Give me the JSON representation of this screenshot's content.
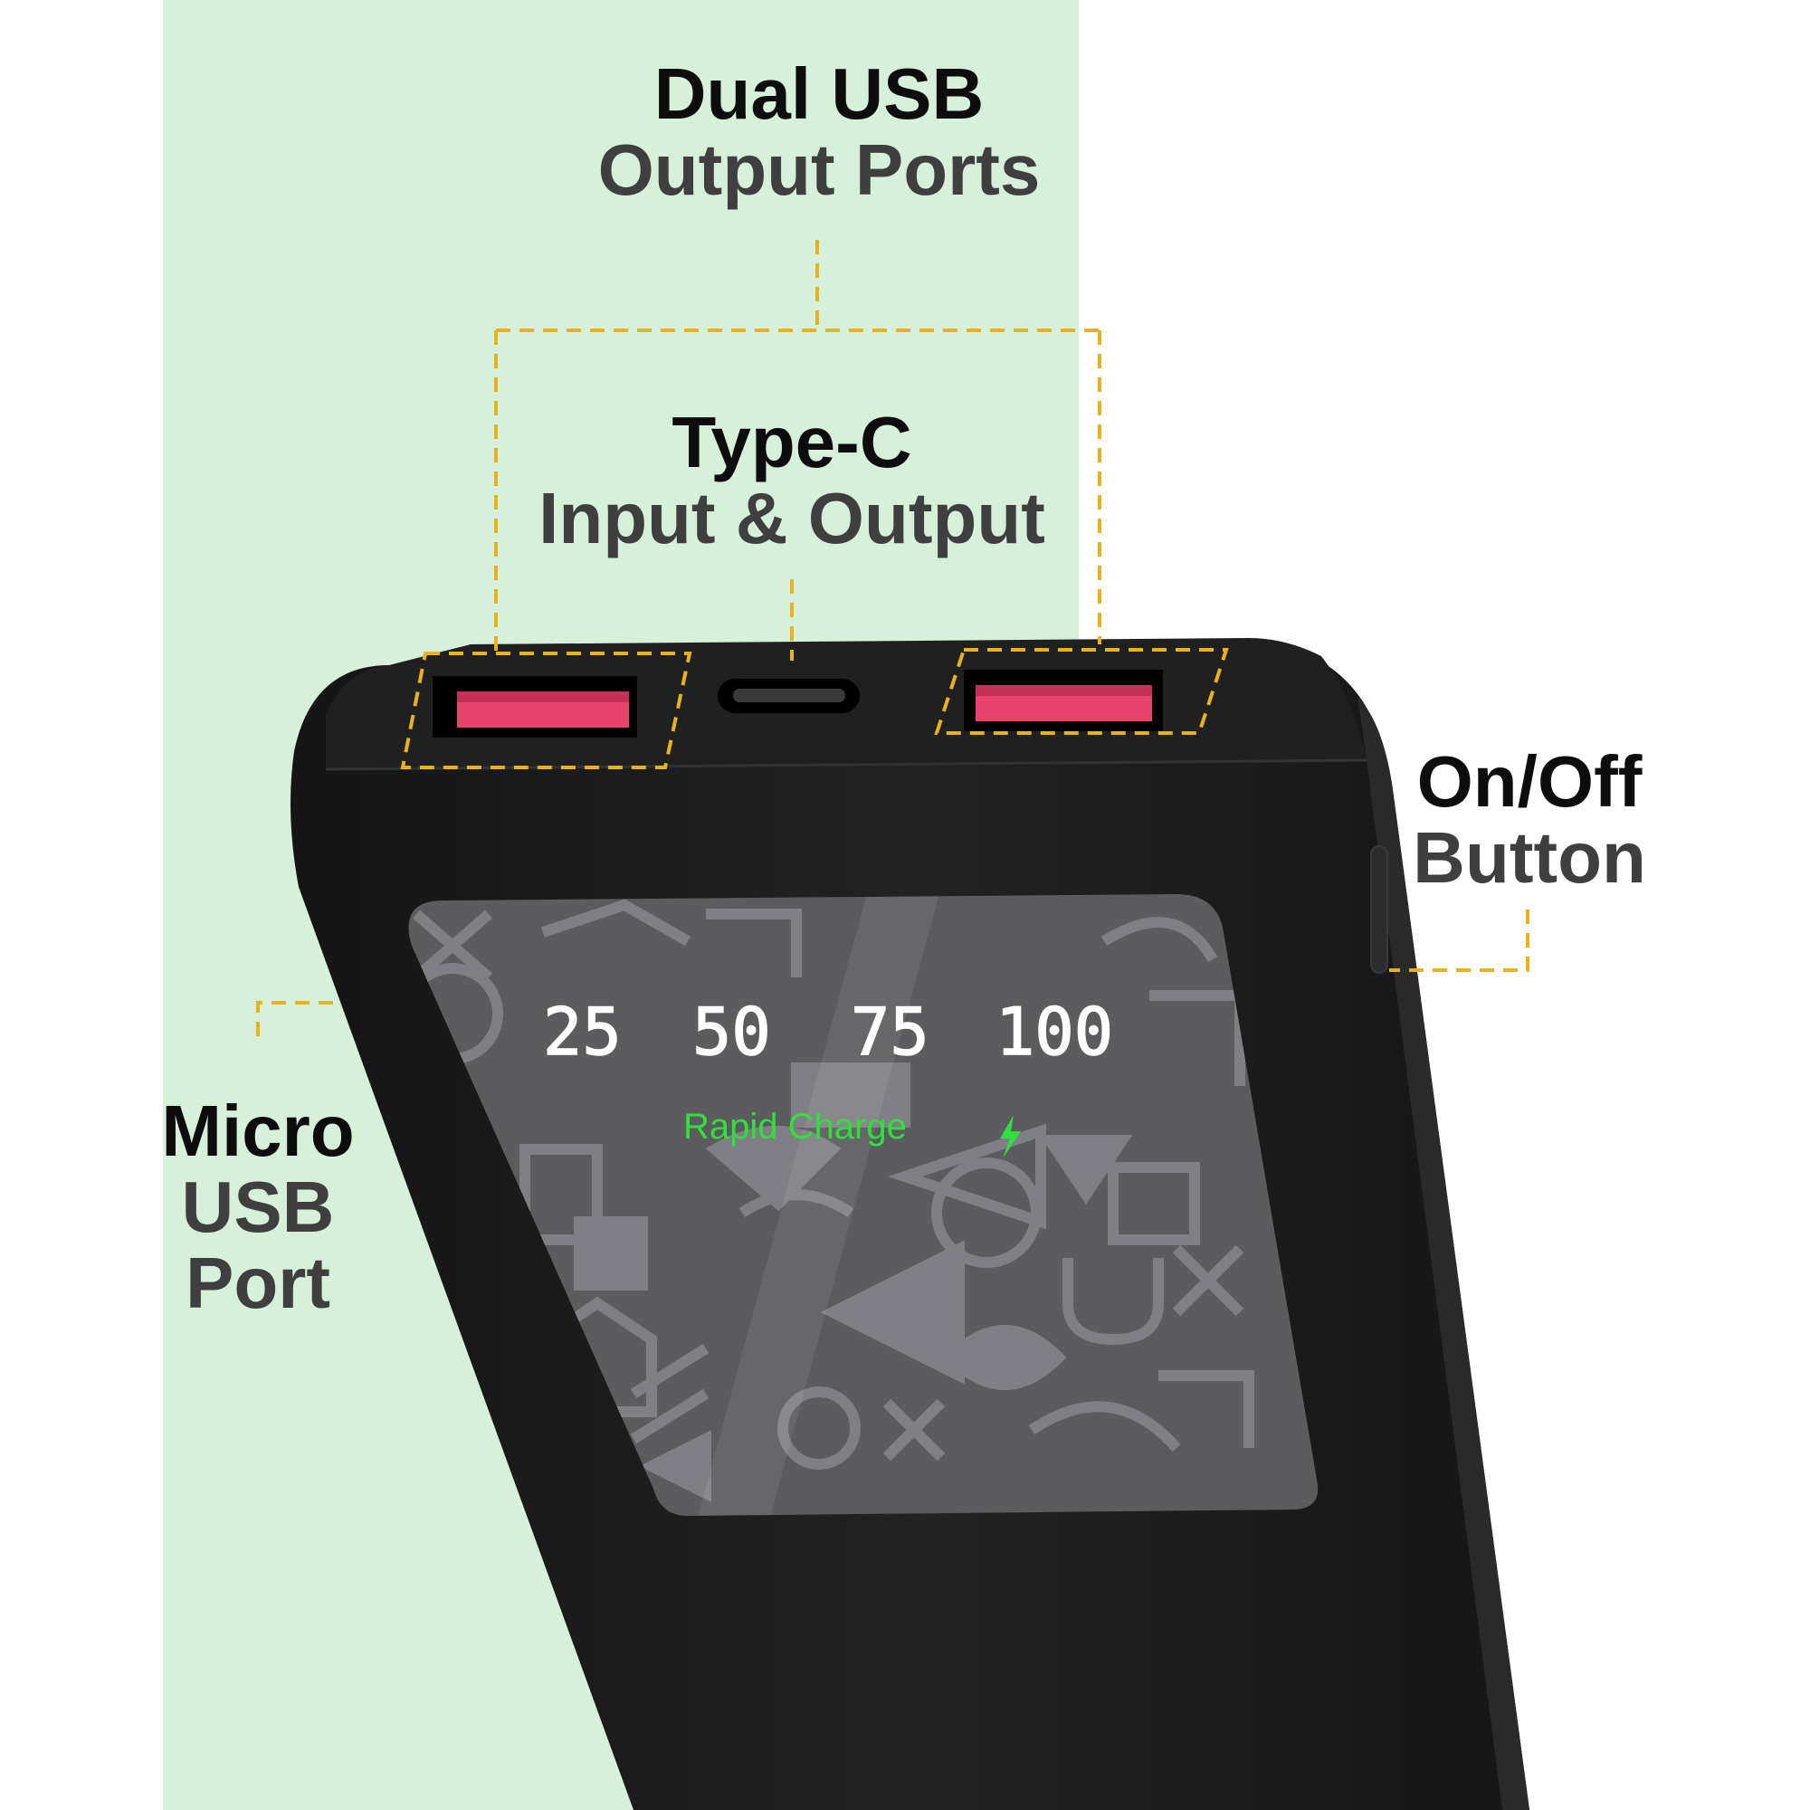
{
  "callouts": {
    "dual_usb": {
      "line1": "Dual USB",
      "line2": "Output Ports"
    },
    "type_c": {
      "line1": "Type-C",
      "line2": "Input & Output"
    },
    "on_off": {
      "line1": "On/Off",
      "line2": "Button"
    },
    "micro_usb": {
      "line1": "Micro",
      "line2": "USB",
      "line3": "Port"
    }
  },
  "display": {
    "levels": [
      "25",
      "50",
      "75",
      "100"
    ],
    "rapid_charge": "Rapid Charge"
  },
  "colors": {
    "background_panel": "#d6f0da",
    "device_body": "#1b1b1b",
    "callout_line": "#e8b21c",
    "usb_port_accent": "#e8436a",
    "rapid_charge_text": "#2fe03c",
    "led_digits": "#ffffff"
  },
  "icons": {
    "lightning": "lightning-bolt-icon"
  }
}
